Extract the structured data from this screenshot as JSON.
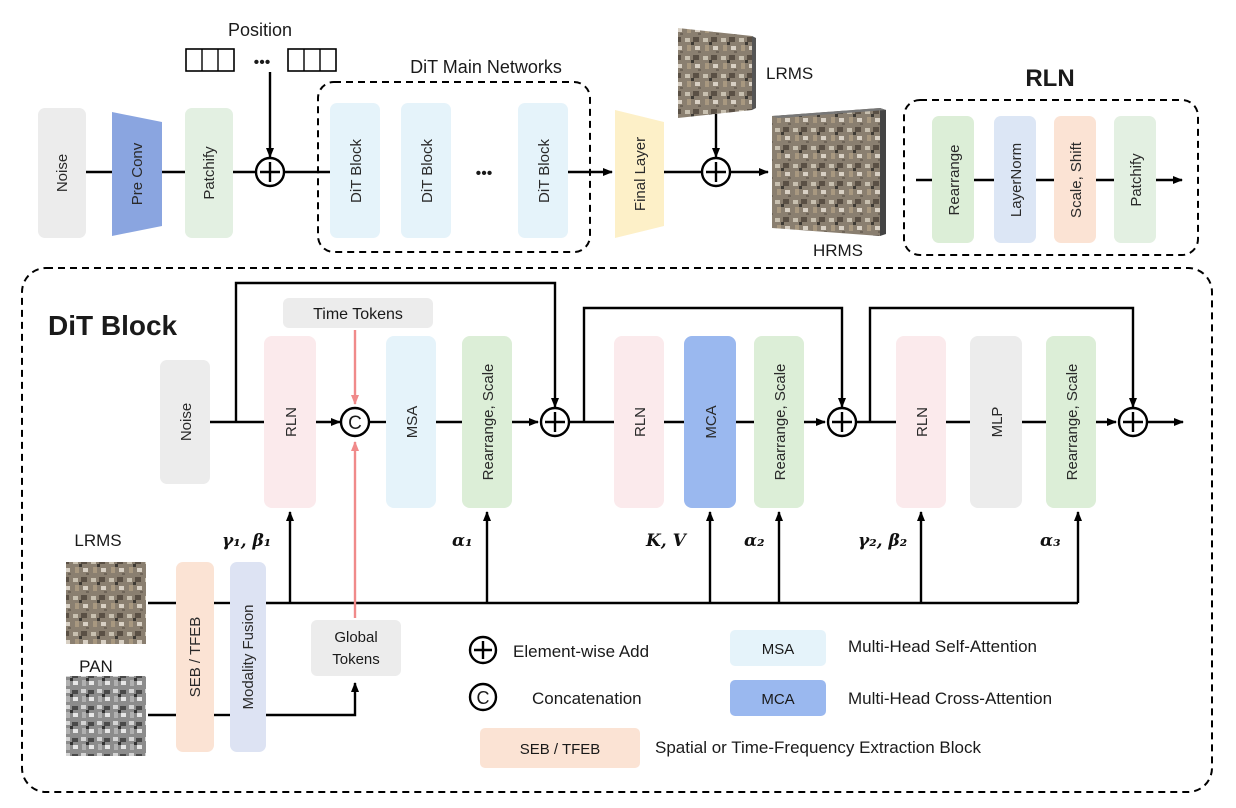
{
  "top": {
    "position_label": "Position",
    "position_dots": "•••",
    "main_networks_title": "DiT Main Networks",
    "blocks_dots": "•••",
    "noise": "Noise",
    "pre_conv": "Pre Conv",
    "patchify": "Patchify",
    "dit_block": "DiT Block",
    "final_layer": "Final Layer",
    "lrms": "LRMS",
    "hrms": "HRMS"
  },
  "rln_panel": {
    "title": "RLN",
    "rearrange": "Rearrange",
    "layernorm": "LayerNorm",
    "scale_shift": "Scale, Shift",
    "patchify": "Patchify"
  },
  "dit_block": {
    "title": "DiT Block",
    "noise": "Noise",
    "time_tokens": "Time Tokens",
    "rln": "RLN",
    "concat_symbol": "C",
    "msa": "MSA",
    "mca": "MCA",
    "mlp": "MLP",
    "rearrange_scale": "Rearrange, Scale",
    "lrms": "LRMS",
    "pan": "PAN",
    "seb_tfeb": "SEB / TFEB",
    "modality_fusion": "Modality Fusion",
    "global_tokens_line1": "Global",
    "global_tokens_line2": "Tokens",
    "gamma1_beta1": "γ₁, β₁",
    "alpha1": "α₁",
    "kv": "K, V",
    "alpha2": "α₂",
    "gamma2_beta2": "γ₂, β₂",
    "alpha3": "α₃"
  },
  "legend": {
    "element_wise_add": "Element-wise Add",
    "concatenation": "Concatenation",
    "concat_symbol": "C",
    "msa_box": "MSA",
    "msa_desc": "Multi-Head Self-Attention",
    "mca_box": "MCA",
    "mca_desc": "Multi-Head Cross-Attention",
    "seb_box": "SEB / TFEB",
    "seb_desc": "Spatial or Time-Frequency Extraction Block"
  },
  "colors": {
    "noise_fill": "#ececec",
    "pre_conv_fill": "#8aa5e0",
    "patchify_fill": "#e3f0e2",
    "dit_block_fill": "#e5f3fa",
    "final_layer_fill": "#fdf0c8",
    "rln_fill": "#fbeaec",
    "msa_fill": "#e5f3fa",
    "mca_fill": "#9ab8ef",
    "rearrange_scale_fill": "#dceed7",
    "layernorm_fill": "#dce6f5",
    "scale_shift_fill": "#fbe3d4",
    "seb_fill": "#fbe3d4",
    "modality_fill": "#dde3f3",
    "time_token_arrow": "#f08a8a"
  }
}
